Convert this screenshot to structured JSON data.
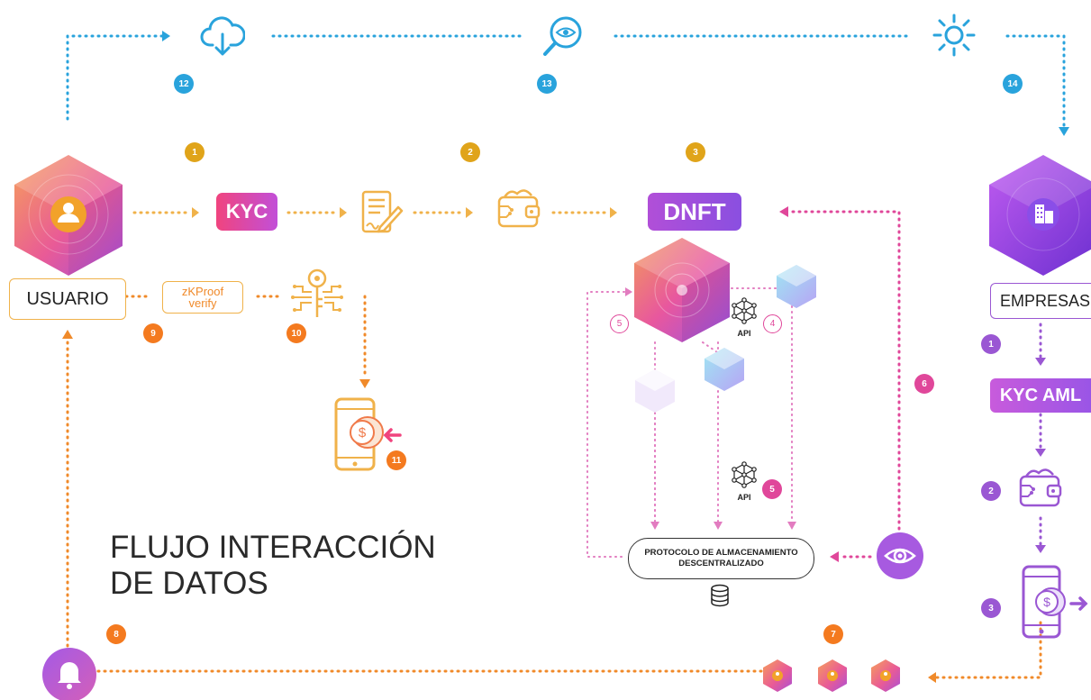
{
  "title": {
    "line1": "FLUJO INTERACCIÓN",
    "line2": "DE DATOS"
  },
  "nodes": {
    "usuario": "USUARIO",
    "empresas": "EMPRESAS",
    "kyc": "KYC",
    "dnft": "DNFT",
    "kyc_aml": "KYC AML",
    "zkproof": {
      "line1": "zKProof",
      "line2": "verify"
    },
    "protocolo": {
      "line1": "PROTOCOLO DE ALMACENAMIENTO",
      "line2": "DESCENTRALIZADO"
    },
    "api": "API"
  },
  "badges": {
    "b12": "12",
    "b13": "13",
    "b14": "14",
    "u1": "1",
    "u2": "2",
    "u3": "3",
    "e1": "1",
    "e2": "2",
    "e3": "3",
    "b4": "4",
    "b5a": "5",
    "b5b": "5",
    "b6": "6",
    "b7": "7",
    "b8": "8",
    "b9": "9",
    "b10": "10",
    "b11": "11"
  },
  "icons": [
    "cloud-download-icon",
    "search-eye-icon",
    "sun-icon",
    "user-icon",
    "building-icon",
    "document-sign-icon",
    "wallet-icon",
    "key-circuit-icon",
    "phone-payment-icon",
    "api-network-icon",
    "database-icon",
    "eye-icon",
    "bell-icon"
  ],
  "colors": {
    "blue": "#29a3dc",
    "gold": "#e0a41a",
    "orange": "#f47a1f",
    "pink": "#e0479a",
    "purple": "#9a57d3"
  }
}
